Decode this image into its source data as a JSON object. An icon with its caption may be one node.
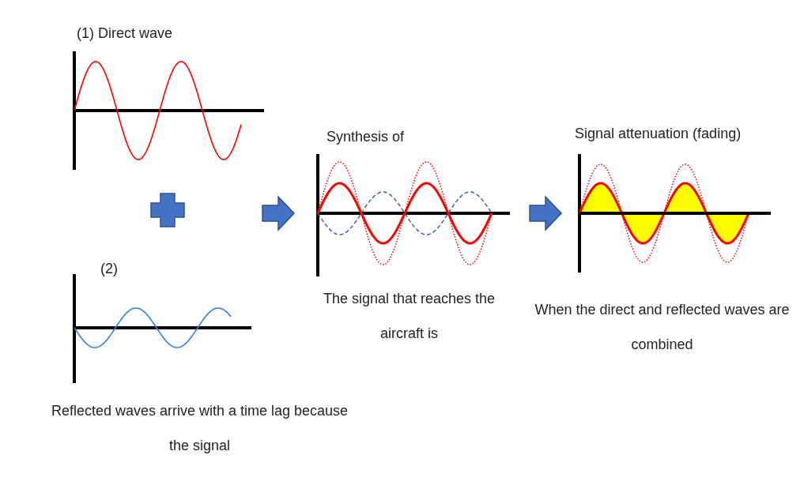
{
  "diagram": {
    "labels": [
      "(1) Direct wave",
      "Synthesis of",
      "Signal attenuation (fading)",
      "(2)",
      "The signal that reaches the aircraft is",
      "When the direct and reflected waves are combined",
      "Reflected waves arrive with a time lag because the signal"
    ]
  }
}
